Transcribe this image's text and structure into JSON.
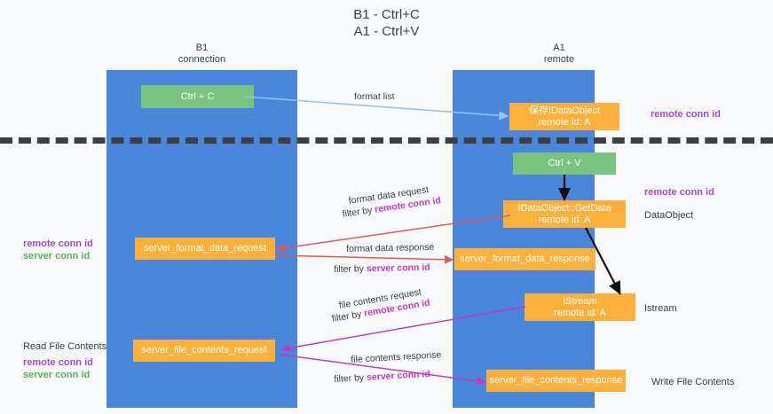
{
  "title": {
    "line1": "B1 - Ctrl+C",
    "line2": "A1 - Ctrl+V"
  },
  "columns": [
    {
      "name": "B1",
      "role": "connection"
    },
    {
      "name": "A1",
      "role": "remote"
    }
  ],
  "colors": {
    "panel": "#4a86d9",
    "action_box": "#7bc47f",
    "object_box": "#fbb03b",
    "remote_conn_id": "#a34bc9",
    "server_conn_id": "#57b055",
    "format_arrow": "#8ec6f0",
    "format_data_arrow": "#e05a5a",
    "file_contents_arrow": "#c23ac2",
    "local_arrow": "#1a1a1a",
    "separator": "#3c4043",
    "background": "#f8f9fa"
  },
  "boxes": {
    "ctrl_c": {
      "line1": "Ctrl + C"
    },
    "save_idataobject": {
      "line1": "保存IDataObject",
      "line2": "remote id: A"
    },
    "ctrl_v": {
      "line1": "Ctrl + V"
    },
    "getdata": {
      "line1": "IDataObject::GetData",
      "line2": "remote id: A"
    },
    "server_format_data_request": {
      "line1": "server_format_data_request"
    },
    "server_format_data_response": {
      "line1": "server_format_data_response"
    },
    "istream": {
      "line1": "IStream",
      "line2": "remote id: A"
    },
    "server_file_contents_request": {
      "line1": "server_file_contents_request"
    },
    "server_file_contents_response": {
      "line1": "server_file_contents_response"
    }
  },
  "edge_labels": {
    "format_list": "format list",
    "format_data_request": "format data request",
    "format_data_request_filter_prefix": "filter by ",
    "format_data_request_filter_key": "remote conn id",
    "format_data_response": "format data response",
    "format_data_response_filter_prefix": "filter by ",
    "format_data_response_filter_key": "server conn id",
    "file_contents_request": "file contents request",
    "file_contents_request_filter_prefix": "filter by ",
    "file_contents_request_filter_key": "remote conn id",
    "file_contents_response": "file contents response",
    "file_contents_response_filter_prefix": "filter by ",
    "file_contents_response_filter_key": "server conn id"
  },
  "side_labels": {
    "right_remote_conn_id_top": "remote conn id",
    "right_remote_conn_id_mid": "remote conn id",
    "right_dataobject": "DataObject",
    "right_istream": "Istream",
    "right_write_file_contents": "Write File Contents",
    "left_remote_conn_id_mid": "remote conn id",
    "left_server_conn_id_mid": "server conn id",
    "left_read_file_contents": "Read File Contents",
    "left_remote_conn_id_bottom": "remote conn id",
    "left_server_conn_id_bottom": "server conn id"
  }
}
